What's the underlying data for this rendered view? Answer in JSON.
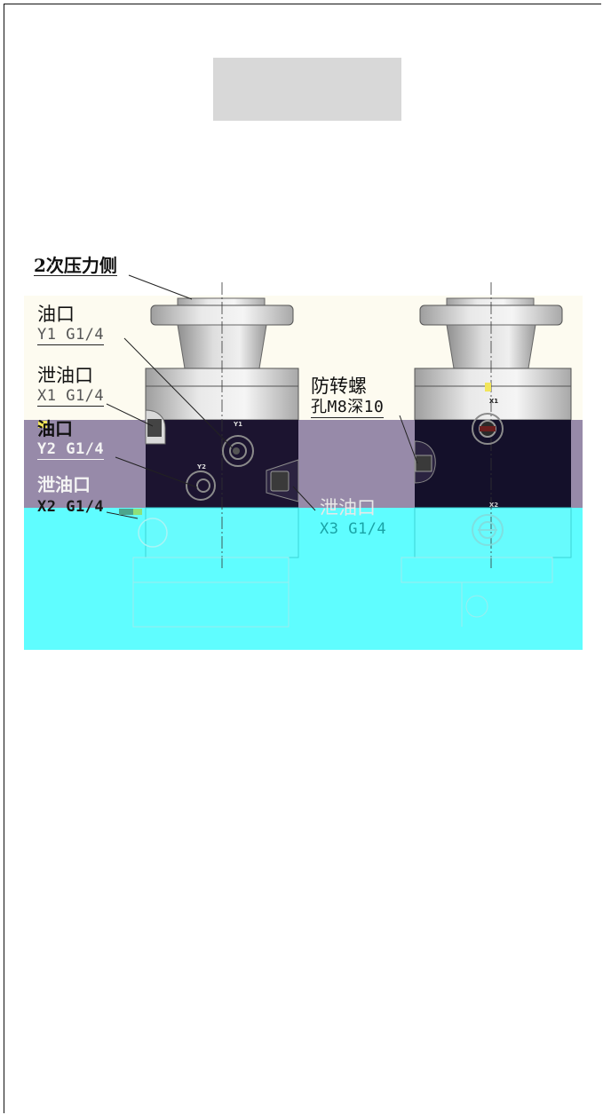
{
  "labels": {
    "secondary_pressure_side": "2次压力侧",
    "oil_port_y1": "油口",
    "oil_port_y1_spec": "Y1 G1/4",
    "drain_port_x1": "泄油口",
    "drain_port_x1_spec": "X1 G1/4",
    "oil_port_y2": "油口",
    "oil_port_y2_spec": "Y2 G1/4",
    "drain_port_x2": "泄油口",
    "drain_port_x2_spec": "X2 G1/4",
    "anti_rotation_screw_1": "防转螺",
    "anti_rotation_screw_2": "孔M8深10",
    "drain_port_x3": "泄油口",
    "drain_port_x3_spec": "X3 G1/4"
  },
  "part_marks": {
    "left_y1": "Y1",
    "left_y2": "Y2",
    "right_x1": "X1",
    "right_x2": "X2"
  },
  "colors": {
    "page_bg": "#ffffff",
    "title_block": "#d8d8d8",
    "band_cream": "#fdfbf0",
    "band_purple": "#978aa9",
    "band_cyan": "#5ffdff",
    "metal_light": "#e6e6e6",
    "metal_mid": "#bdbdbd",
    "body_dark": "#1c1430"
  }
}
